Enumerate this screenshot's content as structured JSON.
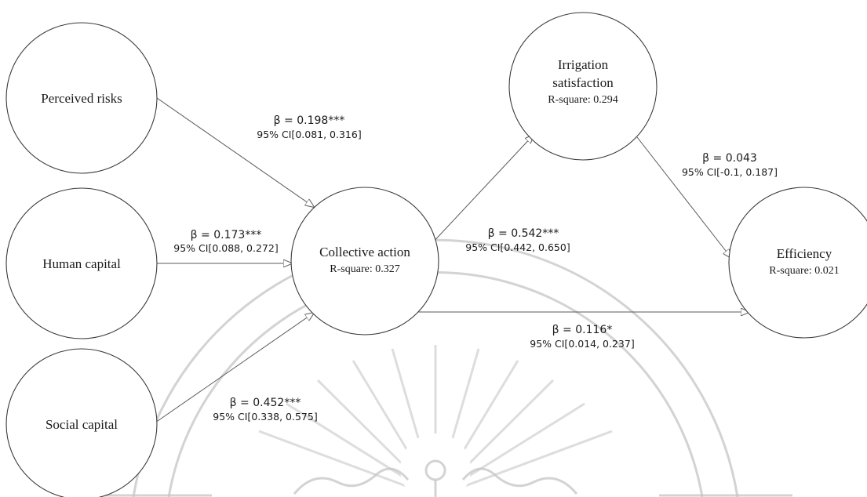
{
  "nodes": {
    "perceived_risks": {
      "title": "Perceived risks"
    },
    "human_capital": {
      "title": "Human capital"
    },
    "social_capital": {
      "title": "Social capital"
    },
    "collective_action": {
      "title": "Collective action",
      "rsq": "R-square: 0.327"
    },
    "irrigation_satisfaction": {
      "title_line1": "Irrigation",
      "title_line2": "satisfaction",
      "rsq": "R-square: 0.294"
    },
    "efficiency": {
      "title": "Efficiency",
      "rsq": "R-square: 0.021"
    }
  },
  "edges": {
    "risks_to_ca": {
      "beta": "β  = 0.198***",
      "ci": "95% CI[0.081, 0.316]"
    },
    "human_to_ca": {
      "beta": "β  = 0.173***",
      "ci": "95% CI[0.088, 0.272]"
    },
    "social_to_ca": {
      "beta": "β  = 0.452***",
      "ci": "95% CI[0.338, 0.575]"
    },
    "ca_to_irrigation": {
      "beta": "β  = 0.542***",
      "ci": "95% CI[0.442, 0.650]"
    },
    "irrigation_to_eff": {
      "beta": "β  = 0.043",
      "ci": "95% CI[-0.1, 0.187]"
    },
    "ca_to_eff": {
      "beta": "β  = 0.116*",
      "ci": "95% CI[0.014, 0.237]"
    }
  }
}
